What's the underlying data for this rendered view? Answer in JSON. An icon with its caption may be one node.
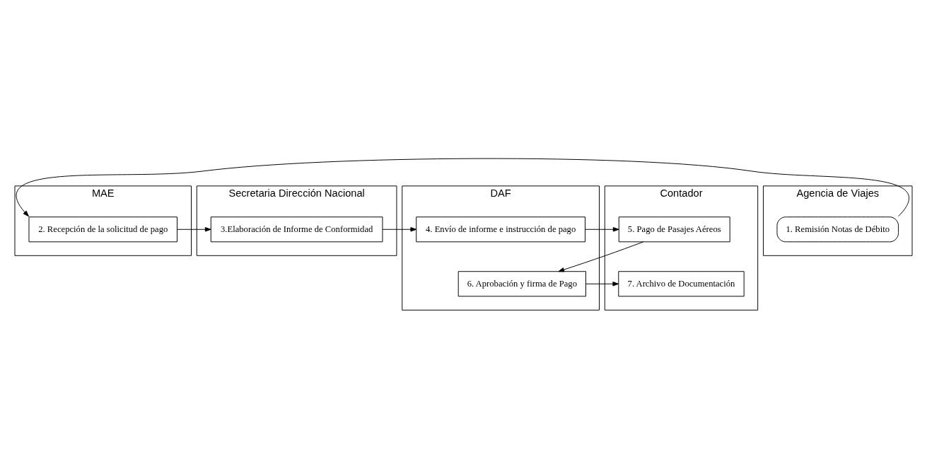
{
  "diagram": {
    "nodes": [
      {
        "text": [
          "MAE"
        ]
      },
      {
        "text": [
          "Secretaria Dirección Nacional"
        ]
      },
      {
        "text": [
          "DAF"
        ]
      },
      {
        "text": [
          "Contador"
        ]
      },
      {
        "text": [
          "Agencia de Viajes"
        ]
      },
      {
        "text": [
          "1. Remisión Notas de Débito"
        ],
        "in": 4
      },
      {
        "text": [
          "2. Recepción de la solicitud de pago"
        ],
        "in": 0
      },
      {
        "text": [
          "3.Elaboración de Informe de Conformidad"
        ],
        "in": 1
      },
      {
        "text": [
          "4. Envío de informe e instrucción de pago"
        ],
        "in": 2
      },
      {
        "text": [
          "5. Pago de Pasajes Aéreos"
        ],
        "in": 3
      },
      {
        "text": [
          "6. Aprobación y firma de Pago"
        ],
        "in": 2
      },
      {
        "text": [
          "7. Archivo de Documentación"
        ],
        "in": 3
      }
    ],
    "edges": [
      {
        "from": 5,
        "to": 6,
        "arrow": "to"
      },
      {
        "from": 6,
        "to": 7,
        "arrow": "to"
      },
      {
        "from": 7,
        "to": 8,
        "arrow": "to"
      },
      {
        "from": 8,
        "to": 9,
        "arrow": "to"
      },
      {
        "from": 9,
        "to": 10,
        "arrow": "to"
      },
      {
        "from": 10,
        "to": 11,
        "arrow": "to"
      }
    ]
  }
}
